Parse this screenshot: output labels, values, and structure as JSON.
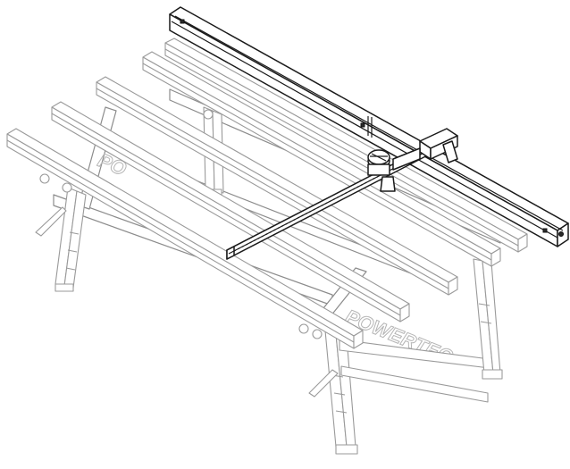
{
  "figure": {
    "embossed_text": "POWERTEC",
    "parts": [
      "aluminium-support-rail",
      "support-rail",
      "guide-rail",
      "cutting-carriage",
      "measuring-arm",
      "folding-leg",
      "leveling-foot"
    ]
  },
  "colors": {
    "line_dark": "#1a1a1a",
    "line_light": "#9a9a9a",
    "background": "#ffffff"
  }
}
